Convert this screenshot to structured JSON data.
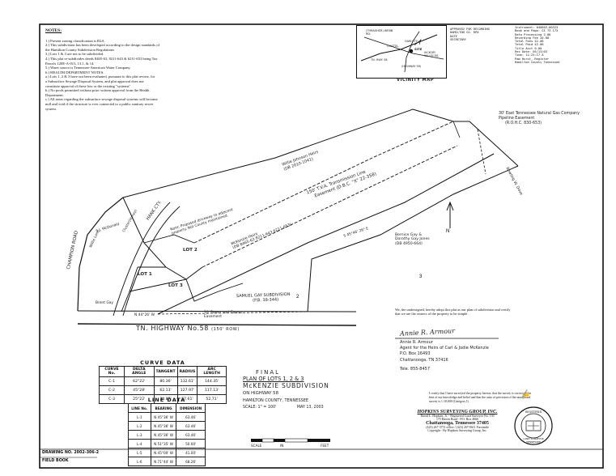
{
  "notes": {
    "heading": "NOTES:",
    "lines": [
      "1.) Present zoning classification is R2A.",
      "2.) This subdivision has been developed according to the design standards of",
      "    the Hamilton County Subdivision Regulations",
      "3.) Lots 1 & 3 are not to be subdivided.",
      "4.) This plat re-subdivides deeds 8465-63, 8211-643 & 6211-653 being Tax",
      "    Parcels 120E-A-013, 13.1, & 14.",
      "5.) Water source is Tennessee-American Water Company.",
      "6.) HEALTH DEPARTMENT NOTES:",
      "a.) Lots 1, 2 & 3 have not been evaluated, pursuant to this plat review, for",
      "    a Subsurface Sewage Disposal System, and plat approval does not",
      "    constitute approval of these lots or the existing \"systems\"",
      "b.) No pools permitted without prior written approval from the Health",
      "    Department.",
      "c.) All areas regarding the subsurface sewage disposal systems will become",
      "    null and void if the structure is ever connected to a public sanitary sewer",
      "    system."
    ]
  },
  "stamp": {
    "lines": [
      "Instrument: 040003-00323",
      "Book and Page: GI 73 173",
      "Data Processing        2.00",
      "Recording Fee         20.00",
      "Total Fees            42.00",
      "Total Paid            42.00",
      "Title Acct            0.00",
      "Rec Date: 05/13/03",
      "Time: 11:25:17 A",
      "Pam Hurst, Register",
      "Hamilton County Tennessee"
    ],
    "approval": [
      "APPROVED FOR RECORDING",
      "HAMILTON CO. RPA",
      "DATE",
      "SECRETARY"
    ]
  },
  "vicinity": {
    "label": "VICINITY MAP",
    "places": [
      "(THRASHER) WEBB RD.",
      "HAM.CTY.",
      "CHATTA.",
      "SITE",
      "TN. HWY. 58",
      "(HIGHWAY 58)",
      "HICKORY VALLEY RD."
    ]
  },
  "plan": {
    "highway": "TN. HIGHWAY No.58",
    "highway_row": "(150' ROW)",
    "tva": "150' T.V.A. Transmission Line",
    "tva_easement": "Easement (D.B.C. \"X\" 22-358)",
    "gas": "30' East Tennessee Natural Gas Company Pipeline Easement",
    "gas_ref": "(R.O.H.C. 830-653)",
    "willie": "Willie Johnson Heirs",
    "willie_ref": "(DB 2010-1041)",
    "mckenzie": "McKenzie Heirs",
    "mckenzie_ref": "(DB 8465-63 8211-643 6211-653)",
    "bernice": "Bernice Gay &",
    "bernice_2": "Dorothy Gay Jones",
    "bernice_ref": "(DB 4950-664)",
    "samuel": "SAMUEL GAY SUBDIVISION",
    "samuel_ref": "(P.B. 38-344)",
    "champion": "CHAMPION ROAD",
    "hank_cty": "HANK CTY.",
    "bowling": "Bowling W. Dave",
    "power": "10' Power and Comm. Easement",
    "driveway_note": "Note: Proposed driveway to adjacent property. Not County maintained.",
    "lot1": "LOT 1",
    "lot2": "LOT 2",
    "lot3": "LOT 3",
    "bearing1": "N 44°26' W",
    "bearing2": "S 45°46' 26\" E",
    "brent": "Brent Gay",
    "wilson": "Willie Lane",
    "sj": "S.J. McDonald",
    "cluster": "Cluster(Haney)"
  },
  "curve": {
    "title": "CURVE DATA",
    "headers": [
      "CURVE No.",
      "DELTA ANGLE",
      "TANGENT",
      "RADIUS",
      "ARC LENGTH"
    ],
    "rows": [
      [
        "C-1",
        "62°22'",
        "80.36'",
        "132.61'",
        "144.35'"
      ],
      [
        "C-2",
        "45°28'",
        "62.13'",
        "127.97'",
        "117.13'"
      ],
      [
        "C-3",
        "25°22'",
        "34.87'",
        "57.61'",
        "52.71'"
      ]
    ]
  },
  "line": {
    "title": "LINE DATA",
    "headers": [
      "LINE No.",
      "BEARING",
      "DIMENSION"
    ],
    "rows": [
      [
        "L-1",
        "N 45°36' W",
        "63.46'"
      ],
      [
        "L-2",
        "N 45°36' W",
        "63.46'"
      ],
      [
        "L-3",
        "N 45°36' W",
        "63.46'"
      ],
      [
        "L-4",
        "N 51°35' W",
        "50.00'"
      ],
      [
        "L-5",
        "N 45°00' W",
        "41.00'"
      ],
      [
        "L-6",
        "N 71°44' W",
        "68.26'"
      ]
    ]
  },
  "final": {
    "l1": "FINAL",
    "l2": "PLAN OF LOTS 1, 2 & 3",
    "l3": "McKENZIE SUBDIVISION",
    "l4": "ON HIGHWAY 58",
    "l5": "HAMILTON COUNTY, TENNESSEE",
    "scale": "SCALE: 1\" = 100'",
    "date": "MAY 13, 2003",
    "scale_word": "SCALE",
    "in": "IN",
    "feet": "FEET"
  },
  "owner": {
    "cert": "We, the undersigned, hereby adopt this plat as our plan of subdivision and certify that we are the owners of the property to be simple.",
    "signature": "Annie R. Armour",
    "name": "Annie R. Armour",
    "agent": "Agent for the Heirs of Carl & Jodie McKenzie",
    "box": "P.O. Box 16493",
    "city": "Chattanooga, TN 37416",
    "tele": "Tele. 855-8457"
  },
  "surveyor": {
    "cert": "I certify that I have surveyed the property hereon, that the survey is correct to the best of my knowledge and belief and that the ratio of precision of the unadjusted survey is 1:10,000 (Category I)",
    "firm": "HOPKINS SURVEYING GROUP, INC.",
    "person": "David L. Hopkins, Jr. - Registered Land Surveyor No. 130",
    "address": "175 Haven Road - P.O. Box 4066",
    "city": "Chattanooga, Tennessee 37405",
    "phone": "(423) 267-3751 office / (423) 267-0611 Facsimile",
    "copyright": "Copyright - By Hopkins Surveying Group, Inc.",
    "seal_top": "REGISTERED",
    "seal_mid": "LAND SURVEYOR",
    "seal_state": "TENNESSEE"
  },
  "footer": {
    "drawing": "DRAWING NO. 2002-306-2",
    "field": "FIELD BOOK"
  }
}
